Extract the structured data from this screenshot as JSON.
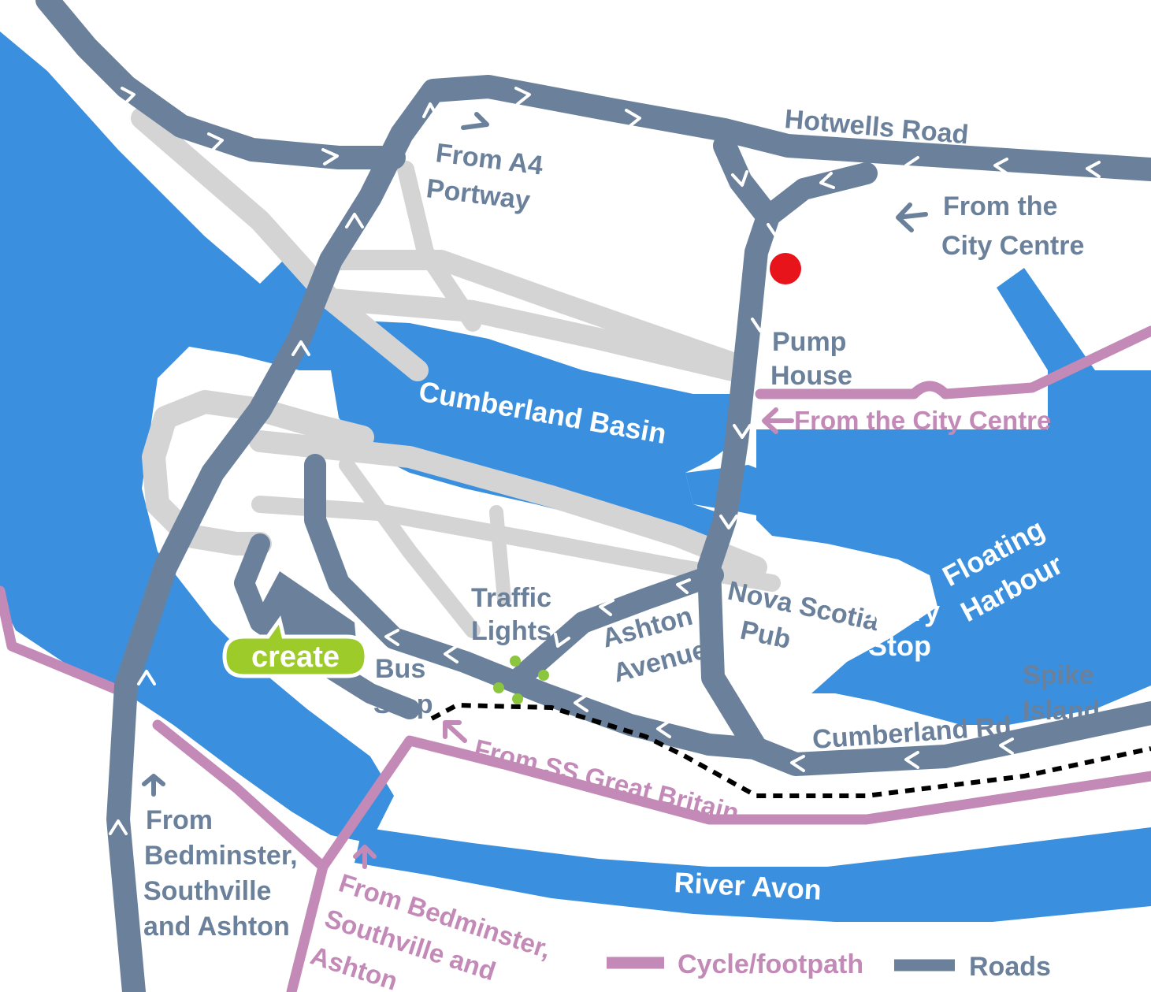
{
  "labels": {
    "hotwells_road": "Hotwells Road",
    "from_a4_portway_1": "From A4",
    "from_a4_portway_2": "Portway",
    "from_city_centre_road_1": "From the",
    "from_city_centre_road_2": "City Centre",
    "pump_house_1": "Pump",
    "pump_house_2": "House",
    "cumberland_basin": "Cumberland Basin",
    "from_city_centre_cycle": "From the City Centre",
    "floating_harbour_1": "Floating",
    "floating_harbour_2": "Harbour",
    "traffic_lights_1": "Traffic",
    "traffic_lights_2": "Lights",
    "ashton_avenue_1": "Ashton",
    "ashton_avenue_2": "Avenue",
    "nova_scotia_pub_1": "Nova Scotia",
    "nova_scotia_pub_2": "Pub",
    "ferry_stop_1": "Ferry",
    "ferry_stop_2": "Stop",
    "spike_island_1": "Spike",
    "spike_island_2": "Island",
    "create_logo": "create",
    "bus_stop_1": "Bus",
    "bus_stop_2": "Stop",
    "cumberland_rd": "Cumberland Rd",
    "from_ss_great_britain": "From SS Great Britain",
    "from_bedminster_road_1": "From",
    "from_bedminster_road_2": "Bedminster,",
    "from_bedminster_road_3": "Southville",
    "from_bedminster_road_4": "and Ashton",
    "from_bedminster_cycle_1": "From Bedminster,",
    "from_bedminster_cycle_2": "Southville and",
    "from_bedminster_cycle_3": "Ashton",
    "river_avon": "River Avon"
  },
  "legend": {
    "cycle_label": "Cycle/footpath",
    "roads_label": "Roads"
  },
  "colors": {
    "water": "#3a8fde",
    "road": "#6b819b",
    "cycle": "#c38ab7",
    "grey_road": "#d4d4d4",
    "destination_marker": "#e8141c",
    "traffic_light_dots": "#8cc63f",
    "create_logo": "#9ccb2a"
  }
}
